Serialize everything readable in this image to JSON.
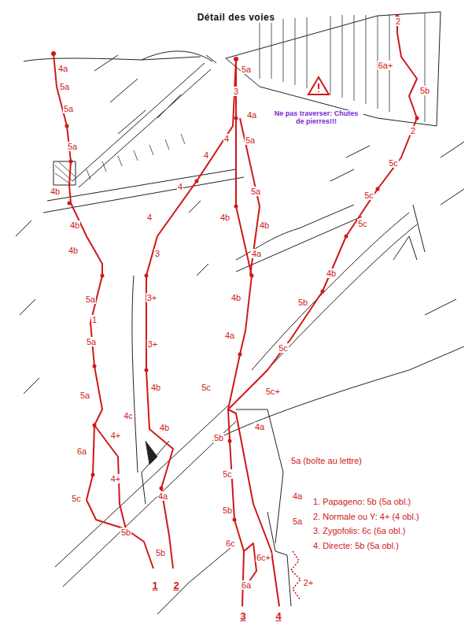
{
  "diagram": {
    "title": "Détail des voies",
    "labels": [
      "4a",
      "5a",
      "5a",
      "5a",
      "4b",
      "4b",
      "4b",
      "5a",
      "1",
      "5a",
      "5a",
      "6a",
      "5c",
      "4+",
      "4+",
      "5b",
      "5b",
      "4a",
      "4b",
      "4c",
      "4b",
      "3+",
      "3+",
      "3",
      "4",
      "4",
      "4",
      "4",
      "5a",
      "3",
      "4a",
      "5a",
      "5a",
      "4b",
      "4b",
      "4a",
      "4b",
      "4a",
      "5c",
      "5b",
      "5c",
      "5b",
      "6c",
      "6c+",
      "6a",
      "4a",
      "5a (boîte au lettre)",
      "4a",
      "5a",
      "2+",
      "5c+",
      "5c",
      "5b",
      "4b",
      "5c",
      "5c",
      "5c",
      "2",
      "5b",
      "6a+",
      "2",
      "Ne pas traverser: Chutes de pierres!!!",
      "1. Papageno: 5b (5a obl.)",
      "2. Normale ou Y: 4+ (4 obl.)",
      "3. Zygofolis: 6c (6a obl.)",
      "4. Directe: 5b (5a obl.)",
      "1",
      "2",
      "3",
      "4"
    ]
  }
}
